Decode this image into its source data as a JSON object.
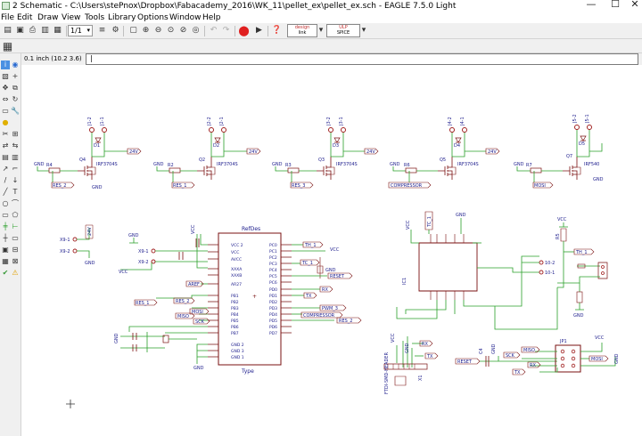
{
  "window": {
    "title": "2 Schematic - C:\\Users\\stePnox\\Dropbox\\Fabacademy_2016\\WK_11\\pellet_ex\\pellet_ex.sch - EAGLE 7.5.0 Light",
    "minimize": "—",
    "maximize": "☐",
    "close": "✕"
  },
  "menu": [
    "File",
    "Edit",
    "Draw",
    "View",
    "Tools",
    "Library",
    "Options",
    "Window",
    "Help"
  ],
  "toolbar": {
    "sheet_select": "1/1",
    "logo1_top": "design",
    "logo1_bottom": "link",
    "logo2_top": "ULP",
    "logo2_bottom": "SPICE"
  },
  "command": {
    "coordinate": "0.1 inch (10.2 3.6)",
    "value": ""
  },
  "schematic": {
    "colors": {
      "wire": "#2aa02a",
      "part": "#7a1010",
      "text": "#1c1c8c",
      "pin": "#a02020"
    },
    "mosfets": [
      {
        "r": "R4",
        "q": "Q4",
        "part": "IRF3704S",
        "label": "RES_2",
        "d": "D1",
        "j": "J1"
      },
      {
        "r": "R2",
        "q": "Q2",
        "part": "IRF3704S",
        "label": "RES_1",
        "d": "D2",
        "j": "J2"
      },
      {
        "r": "R3",
        "q": "Q3",
        "part": "IRF3704S",
        "label": "RES_3",
        "d": "D3",
        "j": "J3"
      },
      {
        "r": "R6",
        "q": "Q5",
        "part": "IRF3704S",
        "label": "COMPRESSOR",
        "d": "D4",
        "j": "J4"
      },
      {
        "r": "R7",
        "q": "Q7",
        "part": "IRF540",
        "label": "MOSI",
        "d": "D5",
        "j": "J5"
      }
    ],
    "supply": {
      "v24": "24V",
      "gnd": "GND",
      "vcc": "VCC"
    },
    "mcu": {
      "name": "RefDes",
      "type": "Type",
      "left_pins": [
        "VCC 2",
        "VCC",
        "AVCC",
        "XAXA",
        "XAXB",
        "AR27",
        "PB1",
        "PB2",
        "PB3",
        "PB4",
        "PB5",
        "PB6",
        "PB7",
        "GND 2",
        "GND 3",
        "GND 1"
      ],
      "right_pins": [
        "PC0",
        "PC1",
        "PC2",
        "PC3",
        "PC4",
        "PC5",
        "PC6",
        "PD0",
        "PD1",
        "PD2",
        "PD3",
        "PD4",
        "PD5",
        "PD6",
        "PD7"
      ]
    },
    "labels": {
      "th1": "TH_1",
      "tc1": "TC_1",
      "reset": "RESET",
      "rx": "RX",
      "tx": "TX",
      "pwm3": "PWM_3",
      "compressor": "COMPRESSOR",
      "res2": "RES_2",
      "aref": "AREF",
      "res1": "RES_1",
      "mosi": "MOSI",
      "miso": "MISO",
      "sck": "SCK",
      "vcc": "VCC",
      "x9": "X9-1",
      "x9b": "X9-2",
      "p10a": "10-2",
      "p10b": "10-1",
      "ftdi": "FTDI-SMD-HEADER",
      "isp": "JP1"
    }
  }
}
